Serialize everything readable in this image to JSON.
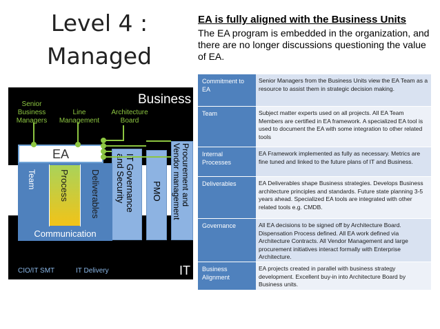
{
  "title": {
    "line1": "Level 4 :",
    "line2": "Managed"
  },
  "heading": "EA is fully aligned with the Business Units",
  "intro": "The EA program is embedded in the organization, and there are no longer discussions questioning the value of EA.",
  "diagram": {
    "business_label": "Business",
    "it_label": "IT",
    "roles_top": [
      {
        "line1": "Senior",
        "line2": "Business",
        "line3": "Managers"
      },
      {
        "line1": "Line",
        "line2": "Management"
      },
      {
        "line1": "Architecture",
        "line2": "Board"
      }
    ],
    "roles_bottom": [
      "CIO/IT SMT",
      "IT Delivery"
    ],
    "ea_label": "EA",
    "inner_columns": [
      "Team",
      "Process",
      "Deliverables"
    ],
    "outer_columns": {
      "it_gov_line1": "IT Governance",
      "it_gov_line2": "and Security",
      "pmo": "PMO",
      "proc_line1": "Procurement and",
      "proc_line2": "Vendor management"
    },
    "communication": "Communication",
    "colors": {
      "black": "#000000",
      "green": "#8dc641",
      "blue": "#4f81bd",
      "light_blue": "#8db3e2",
      "yellow": "#f5c518"
    }
  },
  "table": [
    {
      "aspect": "Commitment to EA",
      "description": "Senior Managers from the Business Units view the EA Team as a resource to assist them in strategic decision making."
    },
    {
      "aspect": "Team",
      "description": "Subject matter experts used on all projects. All EA Team Members are certified in EA framework. A specialized EA tool is used to document the EA with some integration to other related tools"
    },
    {
      "aspect": "Internal Processes",
      "description": "EA Framework implemented as fully as necessary. Metrics are fine tuned and linked to the future plans of IT and Business."
    },
    {
      "aspect": "Deliverables",
      "description": "EA Deliverables shape Business strategies. Develops Business architecture principles and standards. Future state planning 3-5 years ahead. Specialized EA tools are integrated with other related tools e.g. CMDB."
    },
    {
      "aspect": "Governance",
      "description": "All EA decisions to be signed off by Architecture Board. Dispensation Process defined. All EA work defined via Architecture Contracts. All Vendor Management and large procurement initiatives interact formally with Enterprise Architecture."
    },
    {
      "aspect": "Business Alignment",
      "description": "EA projects created in parallel with business strategy development. Excellent buy-in into Architecture Board by Business units."
    }
  ]
}
